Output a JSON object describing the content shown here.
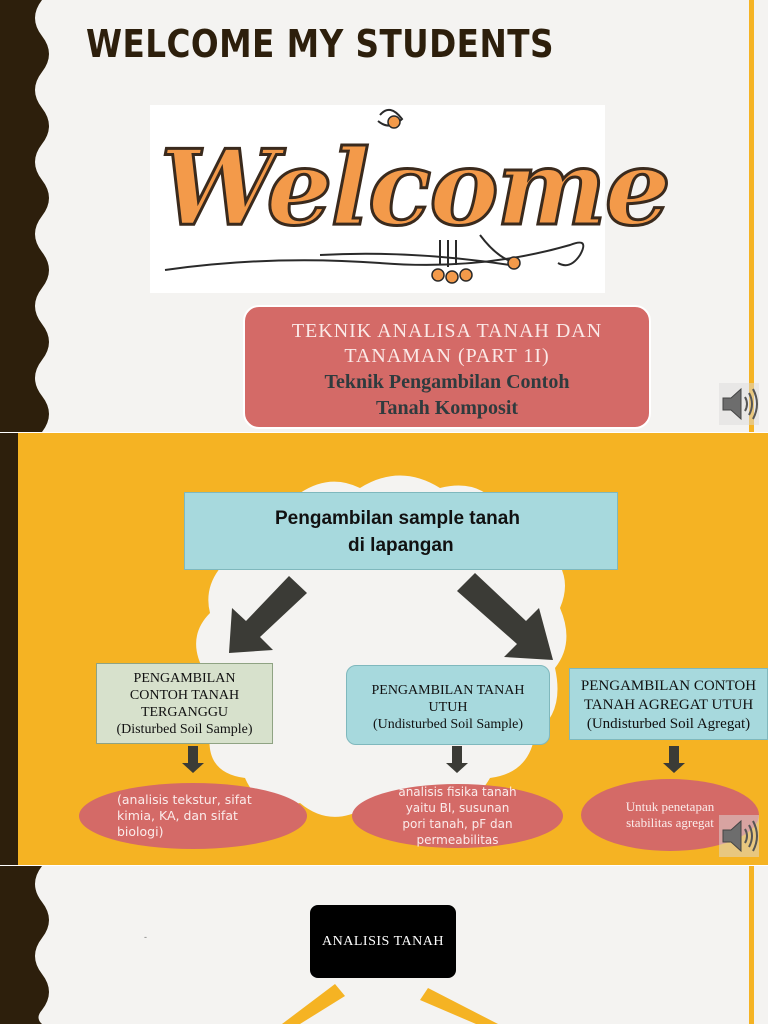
{
  "slide1": {
    "title": "WELCOME MY STUDENTS",
    "welcome_word": "Welcome",
    "topic": {
      "line1": "TEKNIK  ANALISA  TANAH  DAN",
      "line2": "TANAMAN (PART 1I)",
      "line3": "Teknik Pengambilan Contoh",
      "line4": "Tanah  Komposit"
    },
    "speaker_icon": "speaker-icon"
  },
  "slide2": {
    "header": {
      "line1": "Pengambilan sample tanah",
      "line2": "di lapangan"
    },
    "categories": [
      {
        "lines": [
          "PENGAMBILAN",
          "CONTOH TANAH",
          "TERGANGGU",
          "(Disturbed Soil Sample)"
        ]
      },
      {
        "lines": [
          "PENGAMBILAN TANAH",
          "UTUH",
          "(Undisturbed Soil Sample)"
        ]
      },
      {
        "lines": [
          "PENGAMBILAN CONTOH",
          "TANAH AGREGAT UTUH",
          "(Undisturbed Soil Agregat)"
        ]
      }
    ],
    "ovals": [
      {
        "lines": [
          "(analisis tekstur, sifat",
          "kimia, KA, dan sifat",
          "biologi)"
        ]
      },
      {
        "lines": [
          "analisis fisika tanah",
          "yaitu BI,  susunan",
          "pori tanah, pF dan",
          "permeabilitas"
        ]
      },
      {
        "lines": [
          "Untuk penetapan",
          "stabilitas  agregat"
        ]
      }
    ],
    "speaker_icon": "speaker-icon"
  },
  "slide3": {
    "box_label": "ANALISIS  TANAH",
    "dot": "-"
  },
  "colors": {
    "accent_orange": "#f5b323",
    "dark_brown": "#2d1f0c",
    "rose": "#d46a67",
    "teal": "#a7d9dd"
  }
}
